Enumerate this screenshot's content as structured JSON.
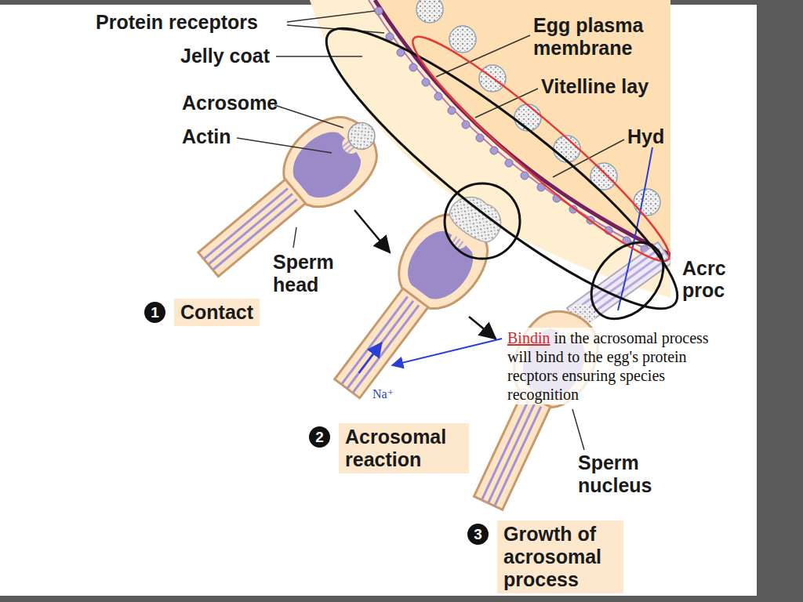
{
  "diagram": {
    "nodes": [
      {
        "text": [
          "1",
          "Contact"
        ]
      },
      {
        "text": [
          "2",
          "Acrosomal reaction"
        ]
      },
      {
        "text": [
          "3",
          "Growth of acrosomal process"
        ]
      }
    ],
    "labels": [
      "Protein receptors",
      "Jelly coat",
      "Acrosome",
      "Actin",
      "Sperm head",
      "Egg plasma membrane",
      "Vitelline lay",
      "Hyd",
      "Acrc",
      "proc",
      "Sperm nucleus",
      "Bindin",
      "in the acrosomal process will bind to the egg's protein recptors ensuring species recognition",
      "Na⁺"
    ]
  }
}
